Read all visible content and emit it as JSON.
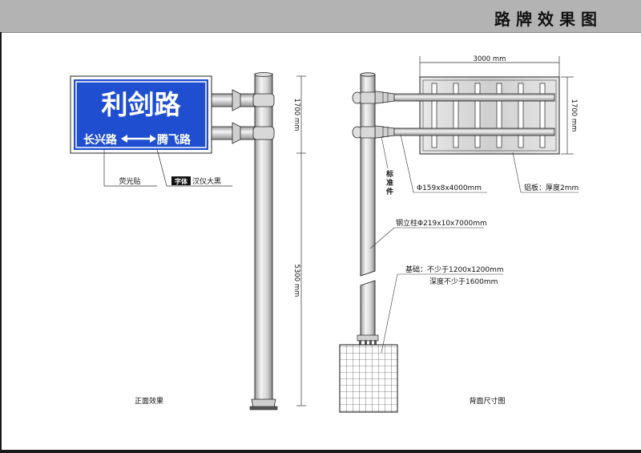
{
  "header": {
    "title": "路牌效果图"
  },
  "front_view": {
    "caption": "正面效果",
    "sign": {
      "main_text": "利剑路",
      "left_road": "长兴路",
      "right_road": "腾飞路",
      "color": "#1f4fd0"
    },
    "callout_reflective": "荧光贴",
    "font_tag": "字体",
    "font_name": "汉仪大黑",
    "dim_top": "1700 mm",
    "dim_bottom": "5300 mm"
  },
  "back_view": {
    "caption": "背面尺寸图",
    "dim_width": "3000 mm",
    "dim_height": "1700 mm",
    "std_part": "标准件",
    "crossarm_spec": "Φ159x8x4000mm",
    "panel_spec": "铝板：厚度2mm",
    "column_spec": "钢立柱Φ219x10x7000mm",
    "foundation_line1": "基础：不少于1200x1200mm",
    "foundation_line2": "深度不少于1600mm"
  }
}
